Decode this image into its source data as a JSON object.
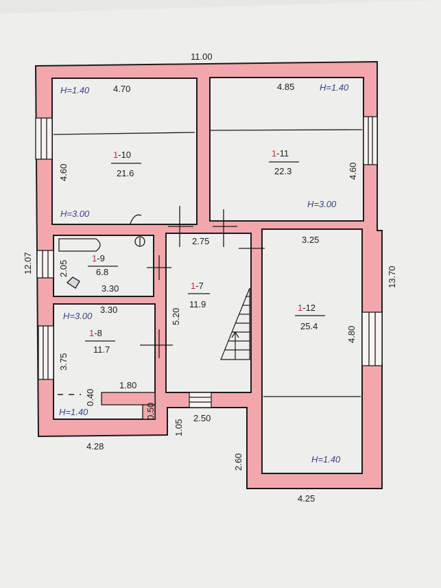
{
  "plan": {
    "wall_color": "#f2a7ad",
    "line_color": "#1a1a1a",
    "paper_color": "#eeefec",
    "heights": {
      "room10": "H=1.40",
      "room10b": "H=3.00",
      "room11": "H=1.40",
      "room11b": "H=3.00",
      "room8": "H=3.00",
      "room8b": "H=1.40",
      "room12": "H=1.40"
    },
    "rooms": [
      {
        "id": "room10",
        "prefix": "1",
        "suffix": "-10",
        "area": "21.6"
      },
      {
        "id": "room11",
        "prefix": "1",
        "suffix": "-11",
        "area": "22.3"
      },
      {
        "id": "room9",
        "prefix": "1",
        "suffix": "-9",
        "area": "6.8"
      },
      {
        "id": "room7",
        "prefix": "1",
        "suffix": "-7",
        "area": "11.9"
      },
      {
        "id": "room8",
        "prefix": "1",
        "suffix": "-8",
        "area": "11.7"
      },
      {
        "id": "room12",
        "prefix": "1",
        "suffix": "-12",
        "area": "25.4"
      }
    ],
    "dimensions": {
      "overall_width": "11.00",
      "overall_height_right": "13.70",
      "overall_height_left": "12.07",
      "room10_width": "4.70",
      "room10_height": "4.60",
      "room11_width": "4.85",
      "room11_height": "4.60",
      "room7_width": "2.75",
      "room7_height": "5.20",
      "room12_width": "3.25",
      "room12_height": "4.80",
      "room9_height": "2.05",
      "room9_width": "3.30",
      "room8_width_top": "3.30",
      "room8_height": "3.75",
      "partition_1": "1.80",
      "partition_2": "0.40",
      "partition_3": "0.50",
      "bottom_left": "4.28",
      "step_1": "1.05",
      "stair_width": "2.50",
      "step_2": "2.60",
      "bottom_right": "4.25"
    }
  }
}
